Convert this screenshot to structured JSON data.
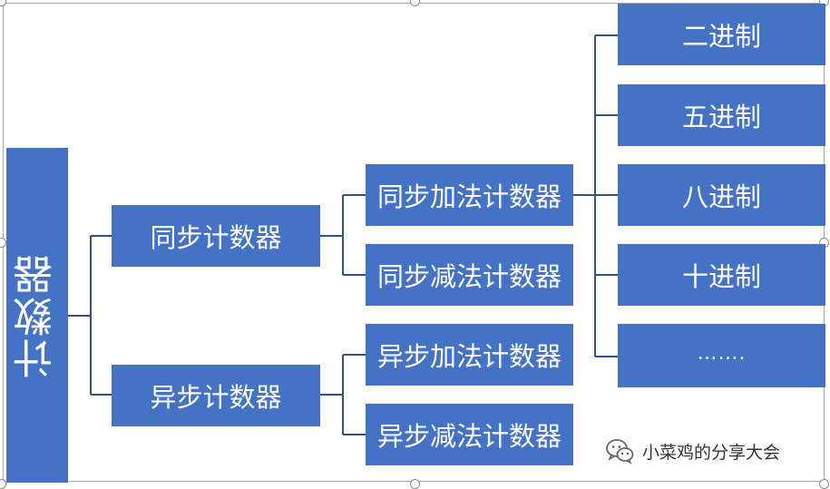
{
  "diagram": {
    "root": {
      "label": "计数器"
    },
    "level1": [
      {
        "label": "同步计数器"
      },
      {
        "label": "异步计数器"
      }
    ],
    "level2": [
      {
        "label": "同步加法计数器"
      },
      {
        "label": "同步减法计数器"
      },
      {
        "label": "异步加法计数器"
      },
      {
        "label": "异步减法计数器"
      }
    ],
    "level3": [
      {
        "label": "二进制"
      },
      {
        "label": "五进制"
      },
      {
        "label": "八进制"
      },
      {
        "label": "十进制"
      },
      {
        "label": "……."
      }
    ]
  },
  "watermark": {
    "icon": "wechat-icon",
    "text": "小菜鸡的分享大会"
  },
  "colors": {
    "box_fill": "#4472c4",
    "connector": "#2f528f",
    "box_text": "#ffffff"
  }
}
